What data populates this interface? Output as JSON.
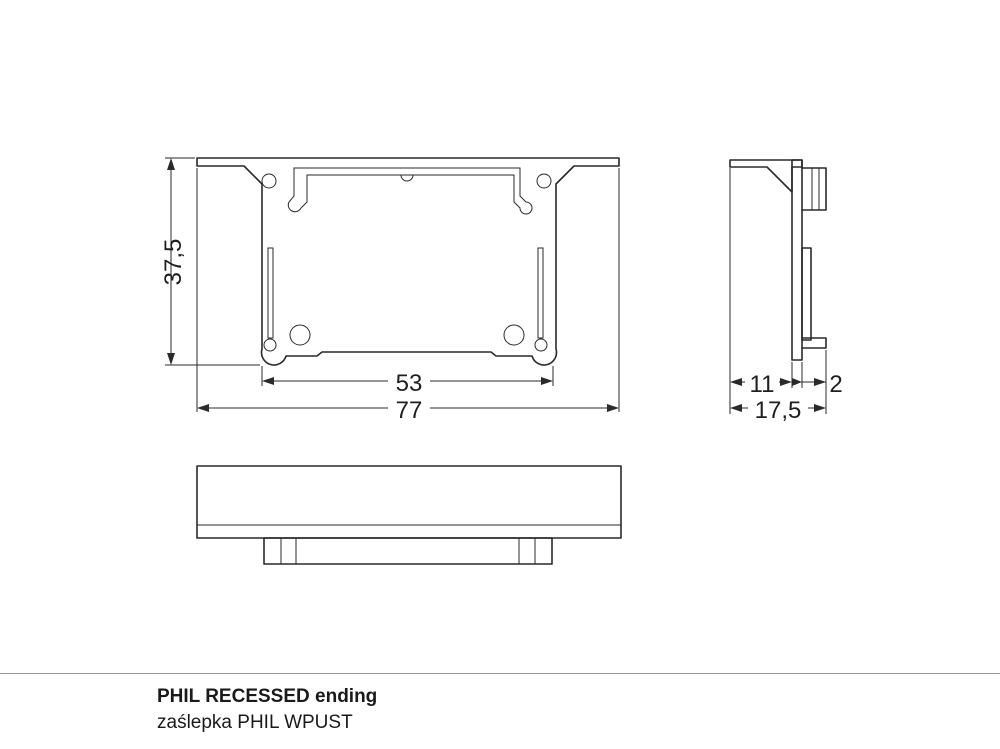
{
  "dimensions": {
    "height": "37,5",
    "inner_width": "53",
    "outer_width": "77",
    "depth_a": "11",
    "depth_b": "2",
    "depth_total": "17,5"
  },
  "caption": {
    "title": "PHIL RECESSED ending",
    "subtitle": "zaślepka PHIL WPUST"
  }
}
